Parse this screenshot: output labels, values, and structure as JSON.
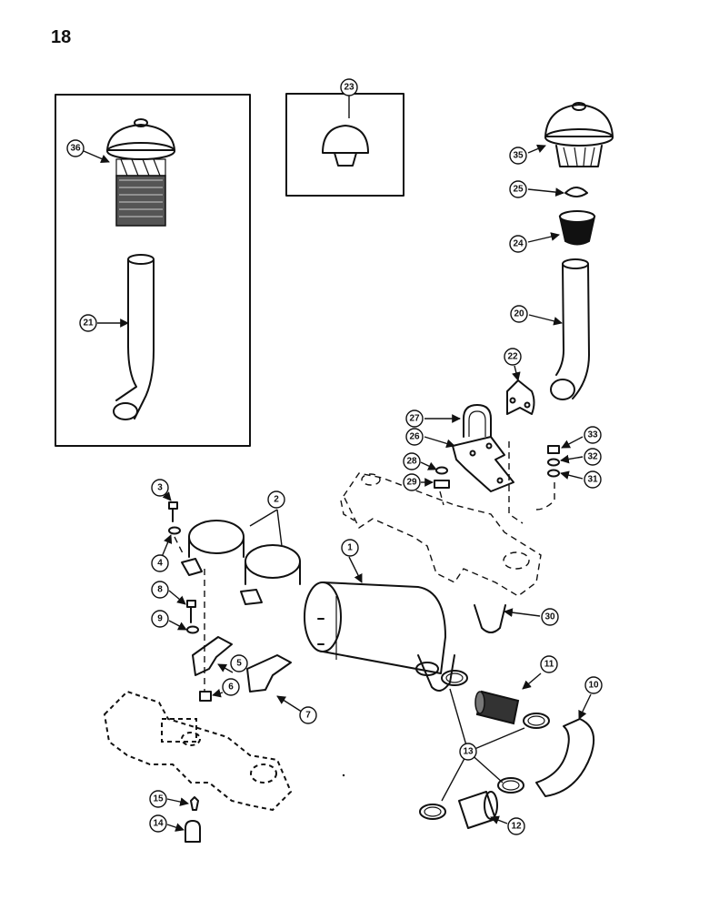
{
  "page_number": "18",
  "callouts": [
    "1",
    "2",
    "3",
    "4",
    "5",
    "6",
    "7",
    "8",
    "9",
    "10",
    "11",
    "12",
    "13",
    "14",
    "15",
    "20",
    "21",
    "22",
    "23",
    "24",
    "25",
    "26",
    "27",
    "28",
    "29",
    "30",
    "31",
    "32",
    "33",
    "35",
    "36"
  ],
  "colors": {
    "ink": "#111111",
    "paper": "#ffffff"
  }
}
